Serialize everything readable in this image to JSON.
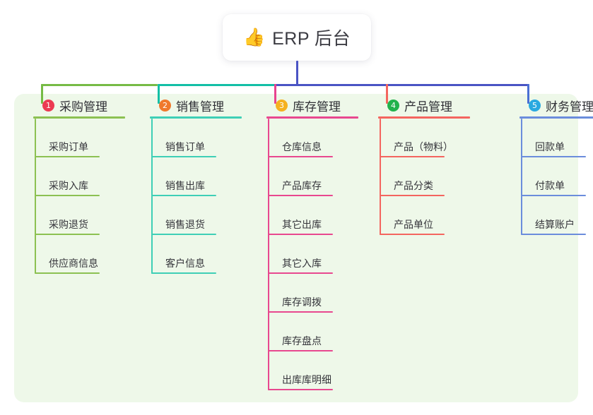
{
  "root": {
    "icon": "thumbs-up-icon",
    "emoji": "👍",
    "title": "ERP 后台"
  },
  "panel": {
    "background_color": "#eef8e9"
  },
  "connector_colors": {
    "stem": "#4a54c4",
    "bar_green": "#76bb45",
    "bar_teal": "#13bfa6",
    "bar_blue": "#4a54c4",
    "drop_1": "#76bb45",
    "drop_2": "#13bfa6",
    "drop_3": "#e8428f",
    "drop_4": "#f4655f",
    "drop_5": "#4a6fd4"
  },
  "columns": [
    {
      "index": "1",
      "badge_color": "#ec3a52",
      "line_color": "#8cc152",
      "title": "采购管理",
      "items": [
        {
          "label": "采购订单"
        },
        {
          "label": "采购入库"
        },
        {
          "label": "采购退货"
        },
        {
          "label": "供应商信息"
        }
      ]
    },
    {
      "index": "2",
      "badge_color": "#f0792c",
      "line_color": "#3fcfb6",
      "title": "销售管理",
      "items": [
        {
          "label": "销售订单"
        },
        {
          "label": "销售出库"
        },
        {
          "label": "销售退货"
        },
        {
          "label": "客户信息"
        }
      ]
    },
    {
      "index": "3",
      "badge_color": "#f5b120",
      "line_color": "#e8488f",
      "title": "库存管理",
      "items": [
        {
          "label": "仓库信息"
        },
        {
          "label": "产品库存"
        },
        {
          "label": "其它出库"
        },
        {
          "label": "其它入库"
        },
        {
          "label": "库存调拨"
        },
        {
          "label": "库存盘点"
        },
        {
          "label": "出库库明细"
        }
      ]
    },
    {
      "index": "4",
      "badge_color": "#22b24c",
      "line_color": "#f4655f",
      "title": "产品管理",
      "items": [
        {
          "label": "产品（物料）"
        },
        {
          "label": "产品分类"
        },
        {
          "label": "产品单位"
        }
      ]
    },
    {
      "index": "5",
      "badge_color": "#2aa9e0",
      "line_color": "#6b8ddc",
      "title": "财务管理",
      "items": [
        {
          "label": "回款单"
        },
        {
          "label": "付款单"
        },
        {
          "label": "结算账户"
        }
      ]
    }
  ]
}
